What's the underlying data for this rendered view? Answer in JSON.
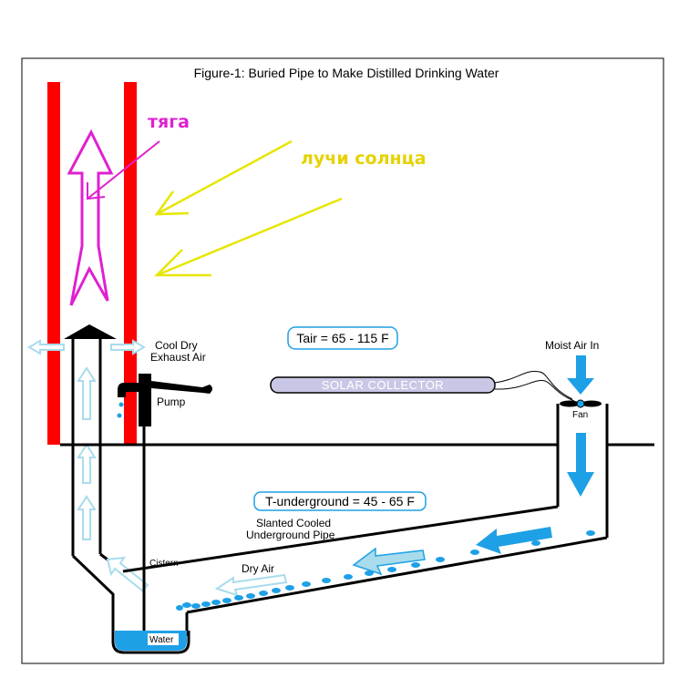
{
  "figure": {
    "title": "Figure-1:  Buried Pipe to Make Distilled Drinking Water"
  },
  "labels": {
    "draft_ru": "тяга",
    "sun_rays_ru": "лучи солнца",
    "cool_dry_line1": "Cool Dry",
    "cool_dry_line2": "Exhaust  Air",
    "pump": "Pump",
    "tair": "Tair = 65 - 115 F",
    "solar_collector": "SOLAR COLLECTOR",
    "moist_air_in": "Moist Air In",
    "fan": "Fan",
    "t_underground": "T-underground = 45 - 65 F",
    "slanted_line1": "Slanted Cooled",
    "slanted_line2": "Underground Pipe",
    "cistern": "Cistern",
    "dry_air": "Dry Air",
    "water": "Water"
  },
  "colors": {
    "chimney": "#ff0000",
    "draft_arrow": "#e020d0",
    "sun_rays": "#e6e600",
    "water": "#1ea0e6",
    "air_flow": "#a8dcec",
    "collector": "#c8c8e6"
  }
}
